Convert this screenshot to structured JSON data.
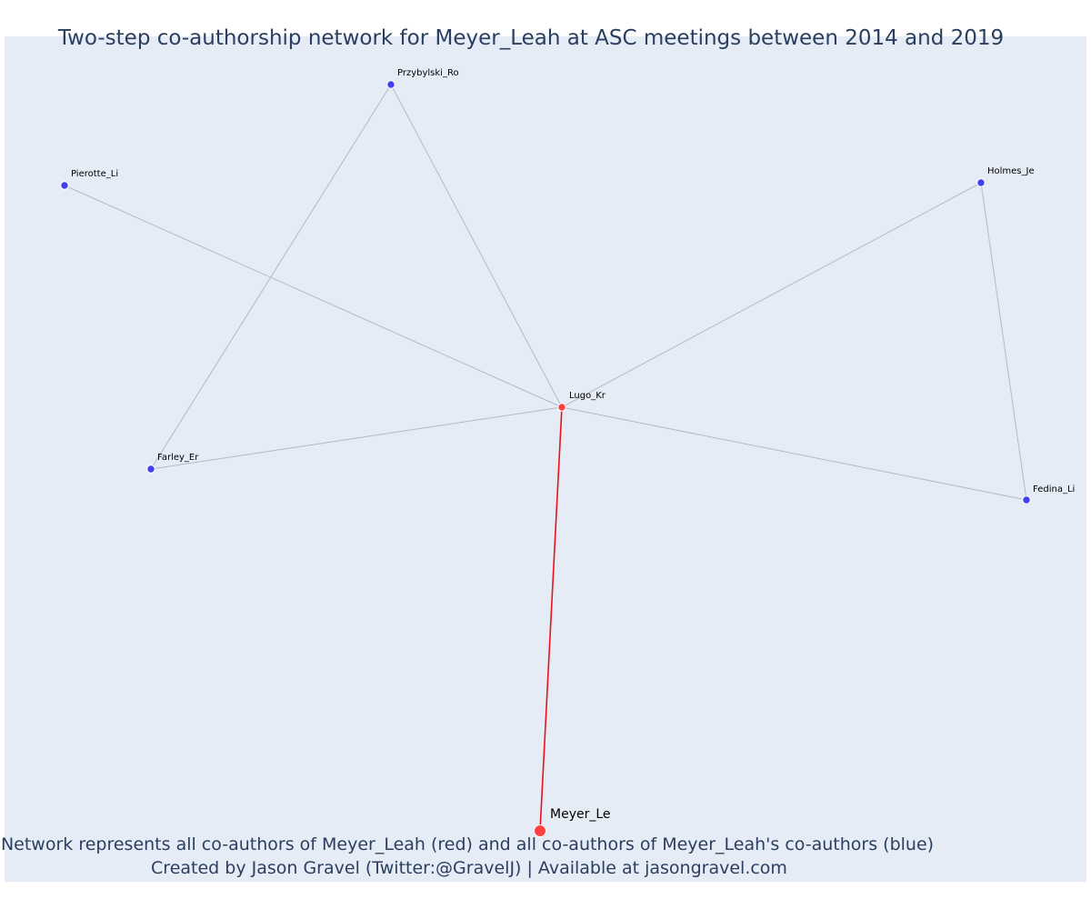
{
  "title": "Two-step co-authorship network for Meyer_Leah at ASC meetings between 2014 and 2019",
  "footer": {
    "line1": "Network represents all co-authors of Meyer_Leah (red) and all co-authors of Meyer_Leah's co-authors (blue)",
    "line2": "Created by Jason Gravel (Twitter:@GravelJ) | Available at jasongravel.com"
  },
  "colors": {
    "background": "#e5ecf6",
    "text": "#2a3f5f",
    "ego_node": "#ff4040",
    "ego_edge": "#e8141c",
    "coauthor_node": "#ff4040",
    "second_step_node": "#4040f0",
    "edge": "#b4b9c8"
  },
  "nodes": [
    {
      "id": "Meyer_Le",
      "label": "Meyer_Le",
      "group": "ego"
    },
    {
      "id": "Lugo_Kr",
      "label": "Lugo_Kr",
      "group": "coauthor"
    },
    {
      "id": "Przybylski_Ro",
      "label": "Przybylski_Ro",
      "group": "second_step"
    },
    {
      "id": "Pierotte_Li",
      "label": "Pierotte_Li",
      "group": "second_step"
    },
    {
      "id": "Holmes_Je",
      "label": "Holmes_Je",
      "group": "second_step"
    },
    {
      "id": "Farley_Er",
      "label": "Farley_Er",
      "group": "second_step"
    },
    {
      "id": "Fedina_Li",
      "label": "Fedina_Li",
      "group": "second_step"
    }
  ],
  "edges": [
    {
      "source": "Meyer_Le",
      "target": "Lugo_Kr",
      "type": "ego"
    },
    {
      "source": "Lugo_Kr",
      "target": "Przybylski_Ro",
      "type": "second"
    },
    {
      "source": "Lugo_Kr",
      "target": "Pierotte_Li",
      "type": "second"
    },
    {
      "source": "Lugo_Kr",
      "target": "Holmes_Je",
      "type": "second"
    },
    {
      "source": "Lugo_Kr",
      "target": "Farley_Er",
      "type": "second"
    },
    {
      "source": "Lugo_Kr",
      "target": "Fedina_Li",
      "type": "second"
    },
    {
      "source": "Przybylski_Ro",
      "target": "Farley_Er",
      "type": "second"
    },
    {
      "source": "Holmes_Je",
      "target": "Fedina_Li",
      "type": "second"
    }
  ]
}
